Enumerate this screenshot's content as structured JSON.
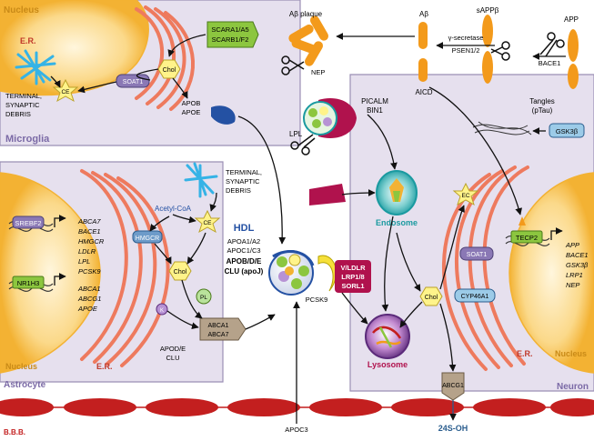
{
  "cells": {
    "microglia": "Microglia",
    "astrocyte": "Astrocyte",
    "neuron": "Neuron",
    "bbb": "B.B.B."
  },
  "compartments": {
    "nucleus": "Nucleus",
    "er": "E.R.",
    "endosome": "Endosome",
    "lysosome": "Lysosome"
  },
  "molecules": {
    "scara": "SCARA1/A5",
    "scarb": "SCARB1/F2",
    "chol": "Chol",
    "soat1": "SOAT1",
    "ce": "CE",
    "terminal": "TERMINAL,",
    "synaptic": "SYNAPTIC",
    "debris": "DEBRIS",
    "apob": "APOB",
    "apoe": "APOE",
    "acetyl_coa": "Acetyl-CoA",
    "hmgcr": "HMGCR",
    "srebf2": "SREBF2",
    "nr1h3": "NR1H3",
    "pl": "PL",
    "k": "K",
    "abca1": "ABCA1",
    "abca7": "ABCA7",
    "apod_e": "APOD/E",
    "clu": "CLU",
    "hdl": "HDL",
    "hdl_apo1": "APOA1/A2",
    "hdl_apo2": "APOC1/C3",
    "hdl_apo3": "APOB/D/E",
    "hdl_apo4": "CLU (apoJ)",
    "pcsk9": "PCSK9",
    "vldlr": "V/LDLR",
    "lrp": "LRP1/8",
    "sorl1": "SORL1",
    "picalm": "PICALM",
    "bin1": "BIN1",
    "lpl": "LPL",
    "ab_plaque": "Aβ plaque",
    "nep": "NEP",
    "ab": "Aβ",
    "sappb": "sAPPβ",
    "app": "APP",
    "gsec": "γ-secretase",
    "psen": "PSEN1/2",
    "bace1": "BACE1",
    "aicd": "AICD",
    "tangles": "Tangles",
    "ptau": "(pTau)",
    "gsk3b": "GSK3β",
    "ec": "EC",
    "tecp2": "TECP2",
    "cyp46a1": "CYP46A1",
    "abcg1": "ABCG1",
    "oh24s": "24S-OH",
    "apoc3": "APOC3"
  },
  "gene_lists": {
    "srebf2_targets": [
      "ABCA7",
      "BACE1",
      "HMGCR",
      "LDLR",
      "LPL",
      "PCSK9"
    ],
    "nr1h3_targets": [
      "ABCA1",
      "ABCG1",
      "APOE"
    ],
    "neuron_targets": [
      "APP",
      "BACE1",
      "GSK3β",
      "LRP1",
      "NEP"
    ]
  },
  "colors": {
    "cell_fill": "#e6e0ee",
    "cell_stroke": "#9b8fb5",
    "nucleus": "#f3b233",
    "er": "#ee7a5e",
    "cell_label": "#7b6aa6",
    "nucleus_label": "#c98a17",
    "bbb_red": "#c31f1f",
    "green_box": "#8cc63f",
    "blue_box": "#9ccbe8",
    "purple_box": "#8a78b5",
    "chol": "#fff38a",
    "teal": "#1a9aa0",
    "ab_orange": "#f39a1b",
    "magenta": "#b0124d"
  }
}
